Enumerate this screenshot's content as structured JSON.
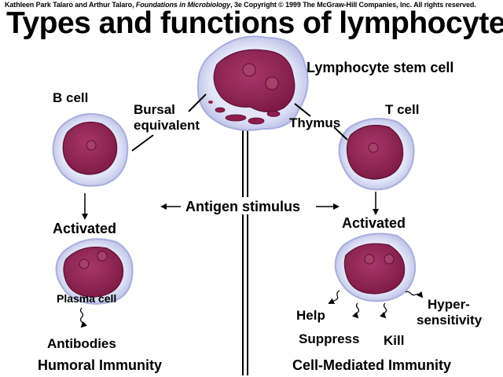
{
  "copyright": {
    "authors": "Kathleen Park Talaro and Arthur Talaro, ",
    "book": "Foundations in Microbiology",
    "rest": ", 3e Copyright © 1999 The McGraw-Hill Companies, Inc.  All rights reserved."
  },
  "title": "Types and functions of lymphocytes",
  "labels": {
    "stem_cell": "Lymphocyte stem cell",
    "bursal_line1": "Bursal",
    "bursal_line2": "equivalent",
    "thymus": "Thymus",
    "b_cell": "B cell",
    "t_cell": "T cell",
    "antigen": "Antigen stimulus",
    "activated_left": "Activated",
    "activated_right": "Activated",
    "plasma_cell": "Plasma cell",
    "antibodies": "Antibodies",
    "humoral": "Humoral Immunity",
    "help": "Help",
    "suppress": "Suppress",
    "kill": "Kill",
    "hyper_line1": "Hyper-",
    "hyper_line2": "sensitivity",
    "cell_mediated": "Cell-Mediated Immunity"
  },
  "colors": {
    "cytoplasm": "#dde0f6",
    "cytoplasm_edge": "#a9aede",
    "nucleus": "#8c1f4c",
    "nucleus_edge": "#5e0f33",
    "nucleolus": "#a6416a"
  }
}
